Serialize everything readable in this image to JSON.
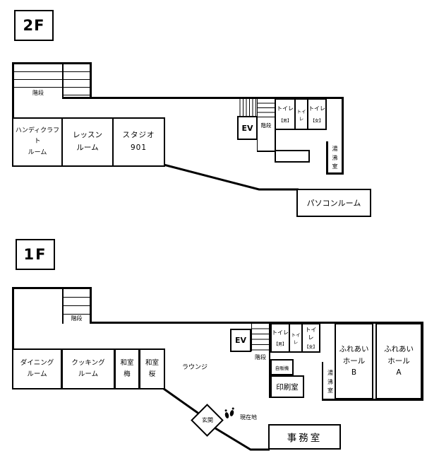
{
  "f2": {
    "title": "2F",
    "stairs_top": "階段",
    "stairs_mid": "階段",
    "ev": "EV",
    "toilets": {
      "main": "トイレ",
      "mid": "トイレ",
      "men": "【男】",
      "women": "【女】"
    },
    "hot_water_room": "湯\n沸\n室",
    "rooms": {
      "handicraft": "ハンディクラフト\nルーム",
      "lesson": "レッスン\nルーム",
      "studio": "スタジオ\n901",
      "pc": "パソコンルーム"
    }
  },
  "f1": {
    "title": "1F",
    "stairs_top": "階段",
    "stairs_mid": "階段",
    "ev": "EV",
    "toilets": {
      "main": "トイレ",
      "mid": "トイレ",
      "men": "【男】",
      "women": "【女】"
    },
    "hot_water_room": "湯\n沸\n室",
    "vending": "自販機",
    "print_room": "印刷室",
    "lounge": "ラウンジ",
    "entrance": "玄関",
    "current_location": "現在地",
    "office": "事務室",
    "rooms": {
      "dining": "ダイニング\nルーム",
      "cooking": "クッキング\nルーム",
      "washitsu_ume": "和室\n梅",
      "washitsu_sakura": "和室\n桜",
      "hall_b": "ふれあい\nホール\nB",
      "hall_a": "ふれあい\nホール\nA"
    }
  },
  "colors": {
    "line": "#000000",
    "background": "#ffffff"
  }
}
